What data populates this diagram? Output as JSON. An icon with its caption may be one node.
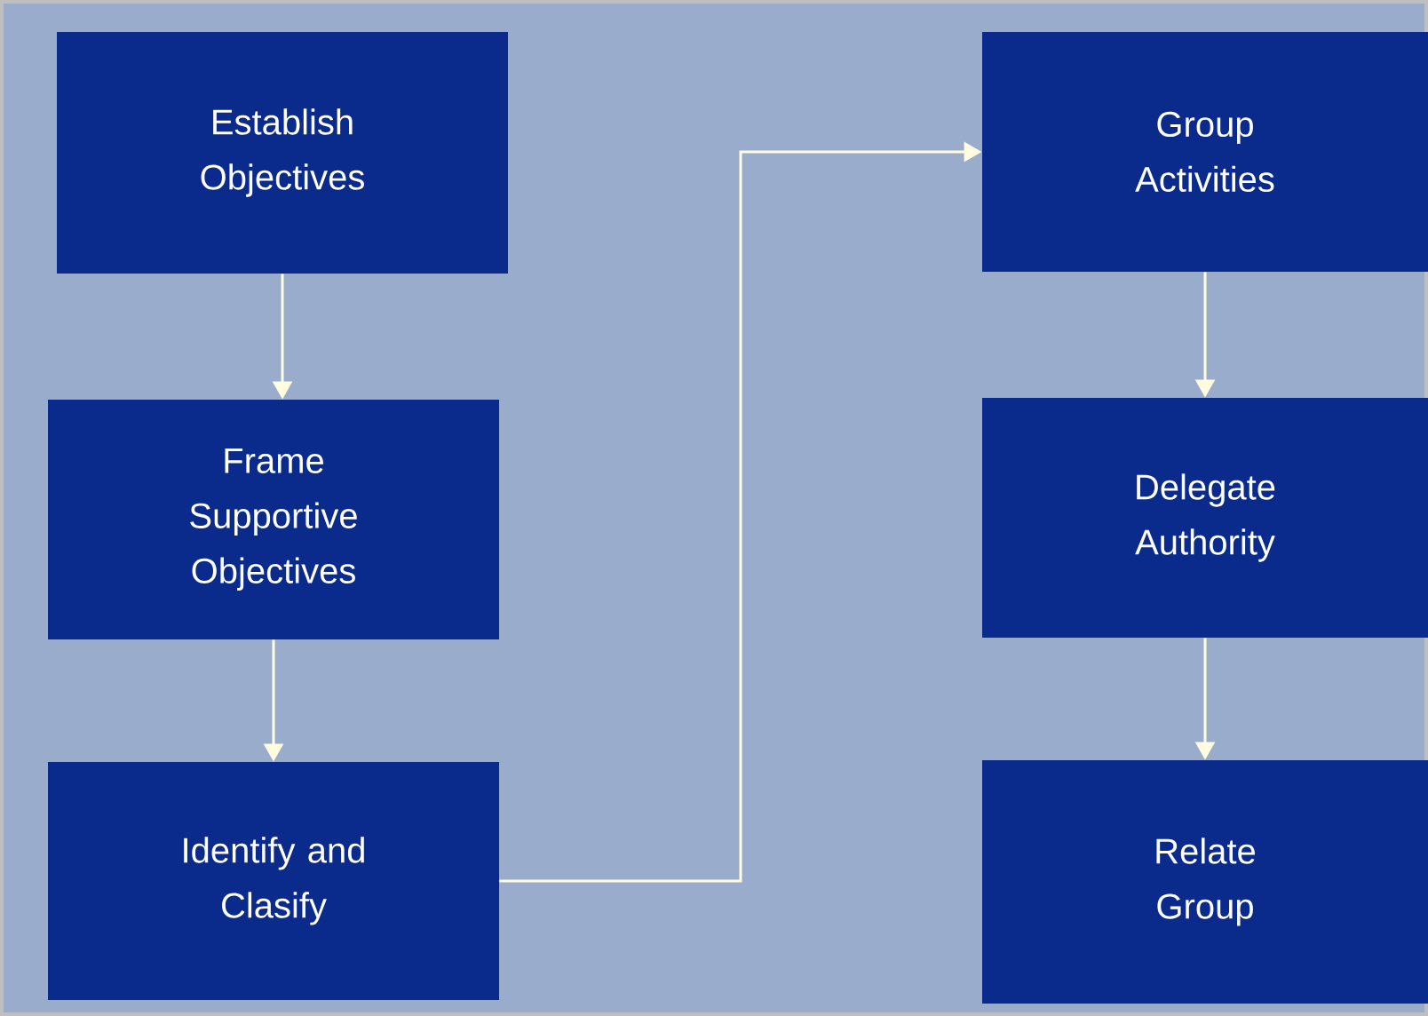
{
  "diagram": {
    "nodes": [
      {
        "text": [
          "Establish Objectives"
        ]
      },
      {
        "text": [
          "Frame Supportive Objectives"
        ]
      },
      {
        "text": [
          "Identify and Clasify"
        ]
      },
      {
        "text": [
          "Group Activities"
        ]
      },
      {
        "text": [
          "Delegate Authority"
        ]
      },
      {
        "text": [
          "Relate Group"
        ]
      }
    ],
    "edges": [
      {
        "from": 0,
        "to": 1,
        "arrow": "to"
      },
      {
        "from": 1,
        "to": 2,
        "arrow": "to"
      },
      {
        "from": 2,
        "to": 3,
        "arrow": "to"
      },
      {
        "from": 3,
        "to": 4,
        "arrow": "to"
      },
      {
        "from": 4,
        "to": 5,
        "arrow": "to"
      }
    ]
  }
}
